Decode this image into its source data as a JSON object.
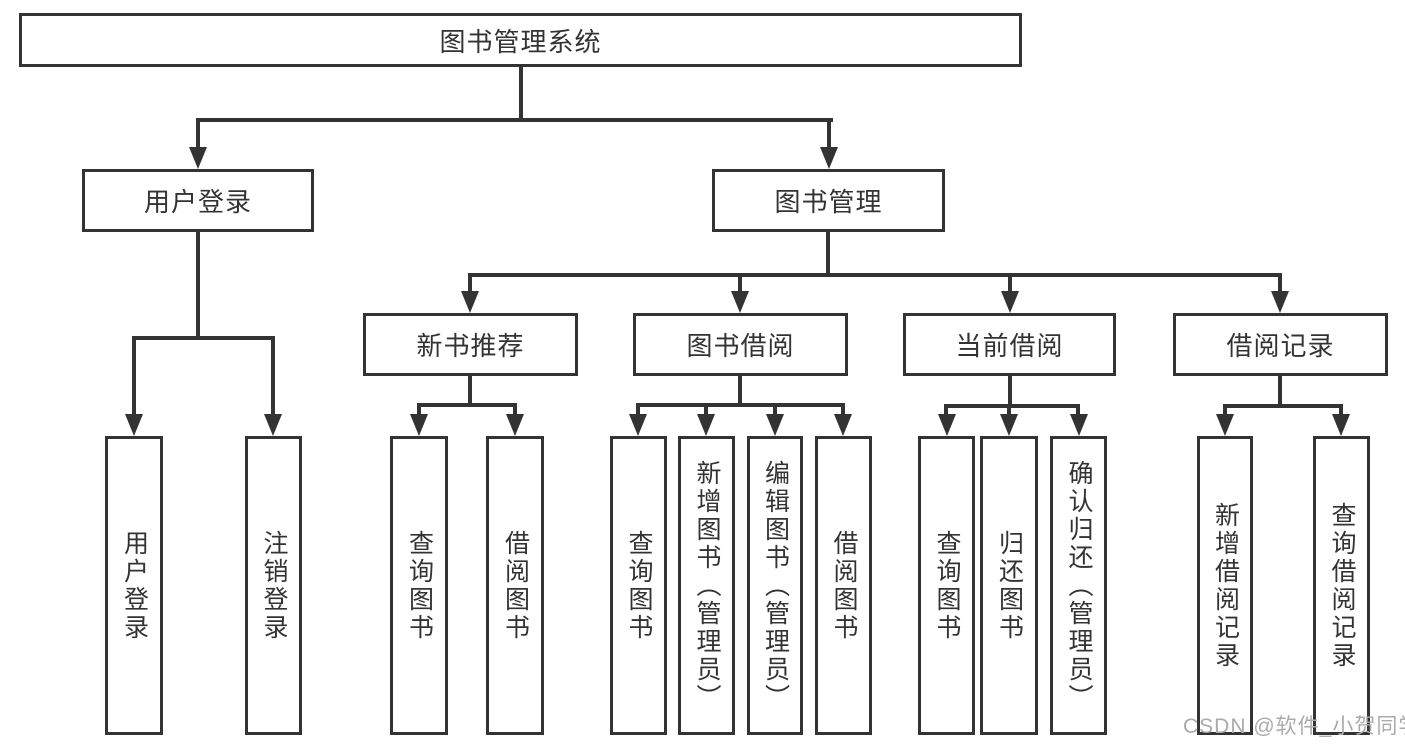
{
  "diagram": {
    "root": {
      "label": "图书管理系统"
    },
    "branches": [
      {
        "label": "用户登录",
        "children": [
          {
            "label": "用户登录"
          },
          {
            "label": "注销登录"
          }
        ]
      },
      {
        "label": "图书管理",
        "children": [
          {
            "label": "新书推荐",
            "children": [
              {
                "label": "查询图书"
              },
              {
                "label": "借阅图书"
              }
            ]
          },
          {
            "label": "图书借阅",
            "children": [
              {
                "label": "查询图书"
              },
              {
                "label": "新增图书（管理员）"
              },
              {
                "label": "编辑图书（管理员）"
              },
              {
                "label": "借阅图书"
              }
            ]
          },
          {
            "label": "当前借阅",
            "children": [
              {
                "label": "查询图书"
              },
              {
                "label": "归还图书"
              },
              {
                "label": "确认归还（管理员）"
              }
            ]
          },
          {
            "label": "借阅记录",
            "children": [
              {
                "label": "新增借阅记录"
              },
              {
                "label": "查询借阅记录"
              }
            ]
          }
        ]
      }
    ]
  },
  "watermark": {
    "text": "CSDN @软件_小贺同学"
  },
  "colors": {
    "line": "#333333",
    "text": "#333333",
    "background": "#ffffff",
    "watermark": "#ababab"
  }
}
